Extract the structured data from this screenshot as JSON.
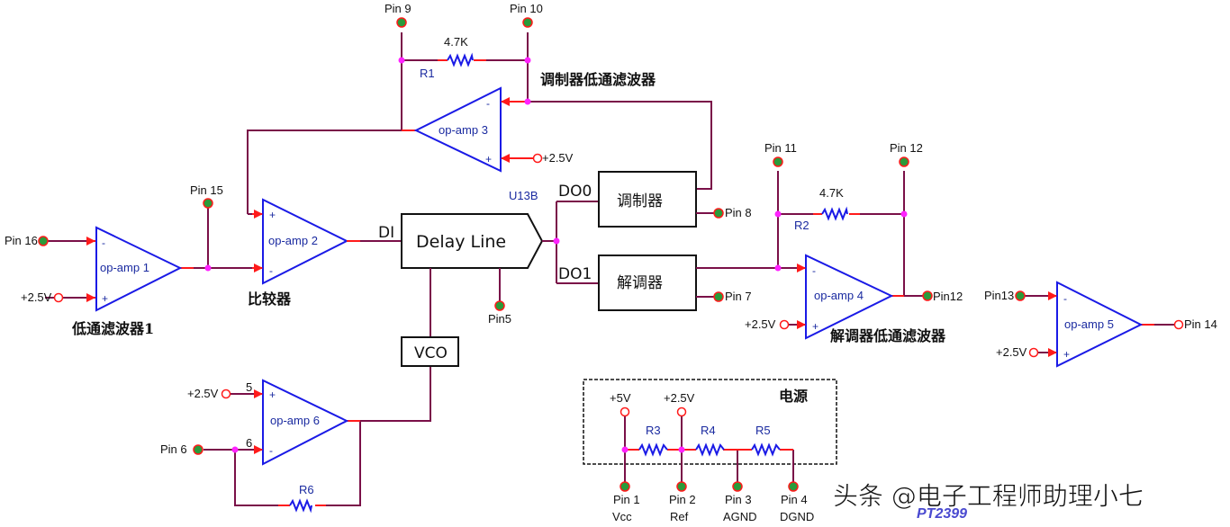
{
  "diagram": {
    "title_blocks": {
      "mod_lpf": "调制器低通滤波器",
      "demod_lpf": "解调器低通滤波器",
      "lpf1": "低通滤波器1",
      "comparator": "比较器",
      "power": "电源"
    },
    "opamps": {
      "a1": "op-amp 1",
      "a2": "op-amp 2",
      "a3": "op-amp 3",
      "a4": "op-amp 4",
      "a5": "op-amp 5",
      "a6": "op-amp 6"
    },
    "blocks": {
      "delay_line": "Delay Line",
      "modulator": "调制器",
      "demodulator": "解调器",
      "vco": "VCO",
      "u13b": "U13B"
    },
    "signals": {
      "di": "DI",
      "do0": "DO0",
      "do1": "DO1",
      "pin5n": "5",
      "pin6n": "6"
    },
    "resistors": {
      "r1": "R1",
      "r1_val": "4.7K",
      "r2": "R2",
      "r2_val": "4.7K",
      "r3": "R3",
      "r4": "R4",
      "r5": "R5",
      "r6": "R6"
    },
    "pins": {
      "p1": "Pin 1",
      "p2": "Pin 2",
      "p3": "Pin 3",
      "p4": "Pin 4",
      "p5": "Pin5",
      "p6": "Pin 6",
      "p7": "Pin 7",
      "p8": "Pin 8",
      "p9": "Pin 9",
      "p10": "Pin 10",
      "p11": "Pin 11",
      "p12": "Pin 12",
      "p12b": "Pin12",
      "p13": "Pin13",
      "p14": "Pin 14",
      "p15": "Pin 15",
      "p16": "Pin 16"
    },
    "pin_names": {
      "vcc": "Vcc",
      "ref": "Ref",
      "agnd": "AGND",
      "dgnd": "DGND"
    },
    "supplies": {
      "v25": "+2.5V",
      "v5": "+5V"
    },
    "signs": {
      "minus": "-",
      "plus": "+"
    },
    "watermark": {
      "text": "头条 @电子工程师助理小七",
      "part": "PT2399"
    }
  }
}
